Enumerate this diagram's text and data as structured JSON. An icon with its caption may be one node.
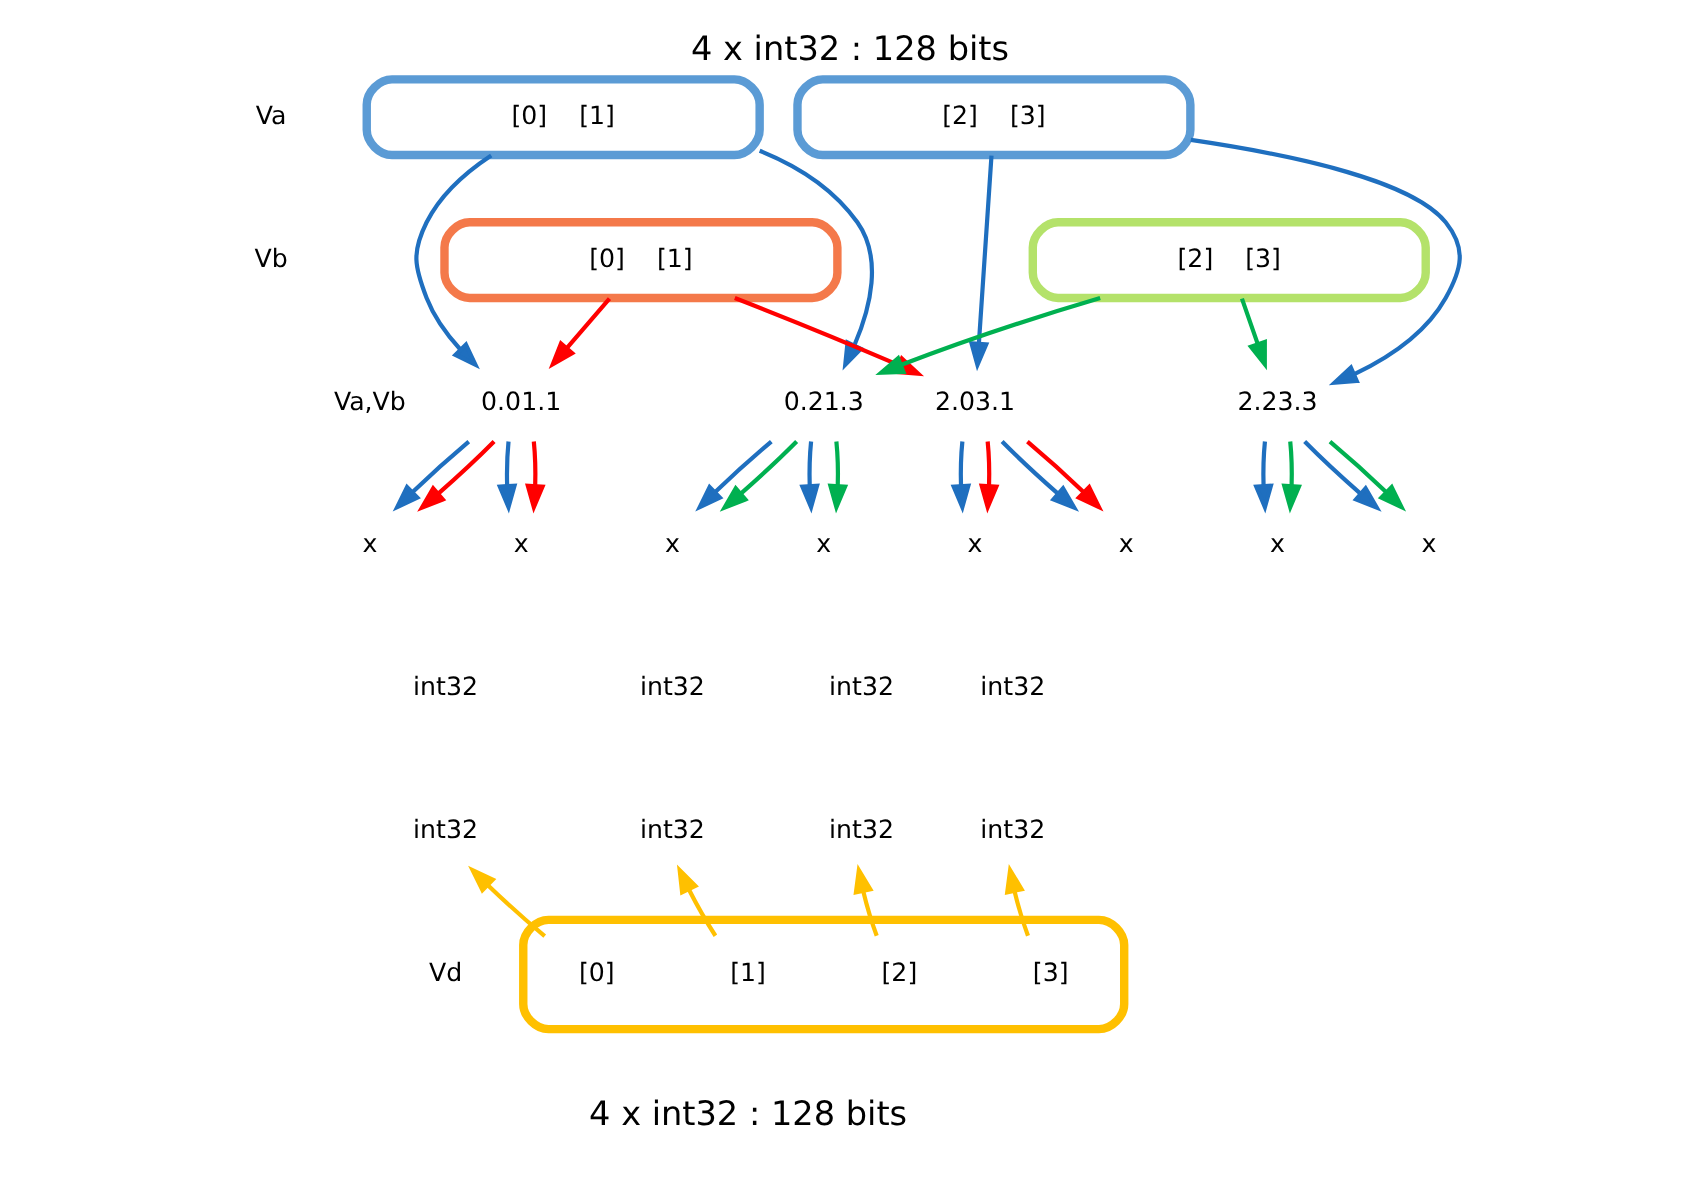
{
  "diagram": {
    "title": "4 x int32 : 128 bits",
    "caption": "4 x int32 : 128 bits",
    "nodes": [
      {
        "text": [
          "[0]",
          "[1]"
        ]
      },
      {
        "text": [
          "[2]",
          "[3]"
        ]
      },
      {
        "text": [
          "[0]",
          "[1]"
        ]
      },
      {
        "text": [
          "[2]",
          "[3]"
        ]
      },
      {
        "text": [
          "0.01.1"
        ]
      },
      {
        "text": [
          "0.21.3"
        ]
      },
      {
        "text": [
          "2.03.1"
        ]
      },
      {
        "text": [
          "2.23.3"
        ]
      },
      {
        "text": [
          "x"
        ]
      },
      {
        "text": [
          "x"
        ]
      },
      {
        "text": [
          "x"
        ]
      },
      {
        "text": [
          "x"
        ]
      },
      {
        "text": [
          "x"
        ]
      },
      {
        "text": [
          "x"
        ]
      },
      {
        "text": [
          "x"
        ]
      },
      {
        "text": [
          "x"
        ]
      },
      {
        "text": [
          "int32"
        ]
      },
      {
        "text": [
          "int32"
        ]
      },
      {
        "text": [
          "int32"
        ]
      },
      {
        "text": [
          "int32"
        ]
      },
      {
        "text": [],
        "shape": "box"
      },
      {
        "text": [
          "[0]"
        ],
        "in": 20
      },
      {
        "text": [
          "[1]"
        ],
        "in": 20
      },
      {
        "text": [
          "[2]"
        ],
        "in": 20
      },
      {
        "text": [
          "[3]"
        ],
        "in": 20
      }
    ],
    "edges": [
      {
        "from": 0,
        "to": 4,
        "arrow": "to",
        "color": "#1f6fbf"
      },
      {
        "from": 0,
        "to": 5,
        "arrow": "to",
        "color": "#1f6fbf"
      },
      {
        "from": 1,
        "to": 6,
        "arrow": "to",
        "color": "#1f6fbf"
      },
      {
        "from": 1,
        "to": 7,
        "arrow": "to",
        "color": "#1f6fbf"
      },
      {
        "from": 2,
        "to": 4,
        "arrow": "to",
        "color": "#ff0000"
      },
      {
        "from": 2,
        "to": 6,
        "arrow": "to",
        "color": "#ff0000"
      },
      {
        "from": 3,
        "to": 5,
        "arrow": "to",
        "color": "#00b050"
      },
      {
        "from": 3,
        "to": 7,
        "arrow": "to",
        "color": "#00b050"
      },
      {
        "from": 4,
        "to": 8,
        "arrow": "to",
        "color": "#1f6fbf"
      },
      {
        "from": 4,
        "to": 8,
        "arrow": "to",
        "color": "#ff0000"
      },
      {
        "from": 4,
        "to": 9,
        "arrow": "to",
        "color": "#1f6fbf"
      },
      {
        "from": 4,
        "to": 9,
        "arrow": "to",
        "color": "#ff0000"
      },
      {
        "from": 5,
        "to": 10,
        "arrow": "to",
        "color": "#1f6fbf"
      },
      {
        "from": 5,
        "to": 10,
        "arrow": "to",
        "color": "#00b050"
      },
      {
        "from": 5,
        "to": 11,
        "arrow": "to",
        "color": "#1f6fbf"
      },
      {
        "from": 5,
        "to": 11,
        "arrow": "to",
        "color": "#00b050"
      },
      {
        "from": 6,
        "to": 12,
        "arrow": "to",
        "color": "#1f6fbf"
      },
      {
        "from": 6,
        "to": 12,
        "arrow": "to",
        "color": "#ff0000"
      },
      {
        "from": 6,
        "to": 13,
        "arrow": "to",
        "color": "#1f6fbf"
      },
      {
        "from": 6,
        "to": 13,
        "arrow": "to",
        "color": "#ff0000"
      },
      {
        "from": 7,
        "to": 14,
        "arrow": "to",
        "color": "#1f6fbf"
      },
      {
        "from": 7,
        "to": 14,
        "arrow": "to",
        "color": "#00b050"
      },
      {
        "from": 7,
        "to": 15,
        "arrow": "to",
        "color": "#1f6fbf"
      },
      {
        "from": 7,
        "to": 15,
        "arrow": "to",
        "color": "#00b050"
      },
      {
        "from": 21,
        "to": 16,
        "arrow": "to",
        "color": "#ffc000"
      },
      {
        "from": 22,
        "to": 17,
        "arrow": "to",
        "color": "#ffc000"
      },
      {
        "from": 23,
        "to": 18,
        "arrow": "to",
        "color": "#ffc000"
      },
      {
        "from": 24,
        "to": 19,
        "arrow": "to",
        "color": "#ffc000"
      }
    ],
    "labels": [
      "Va",
      "Vb",
      "Va,Vb",
      "int32",
      "int32",
      "int32",
      "int32",
      "Vd"
    ]
  }
}
